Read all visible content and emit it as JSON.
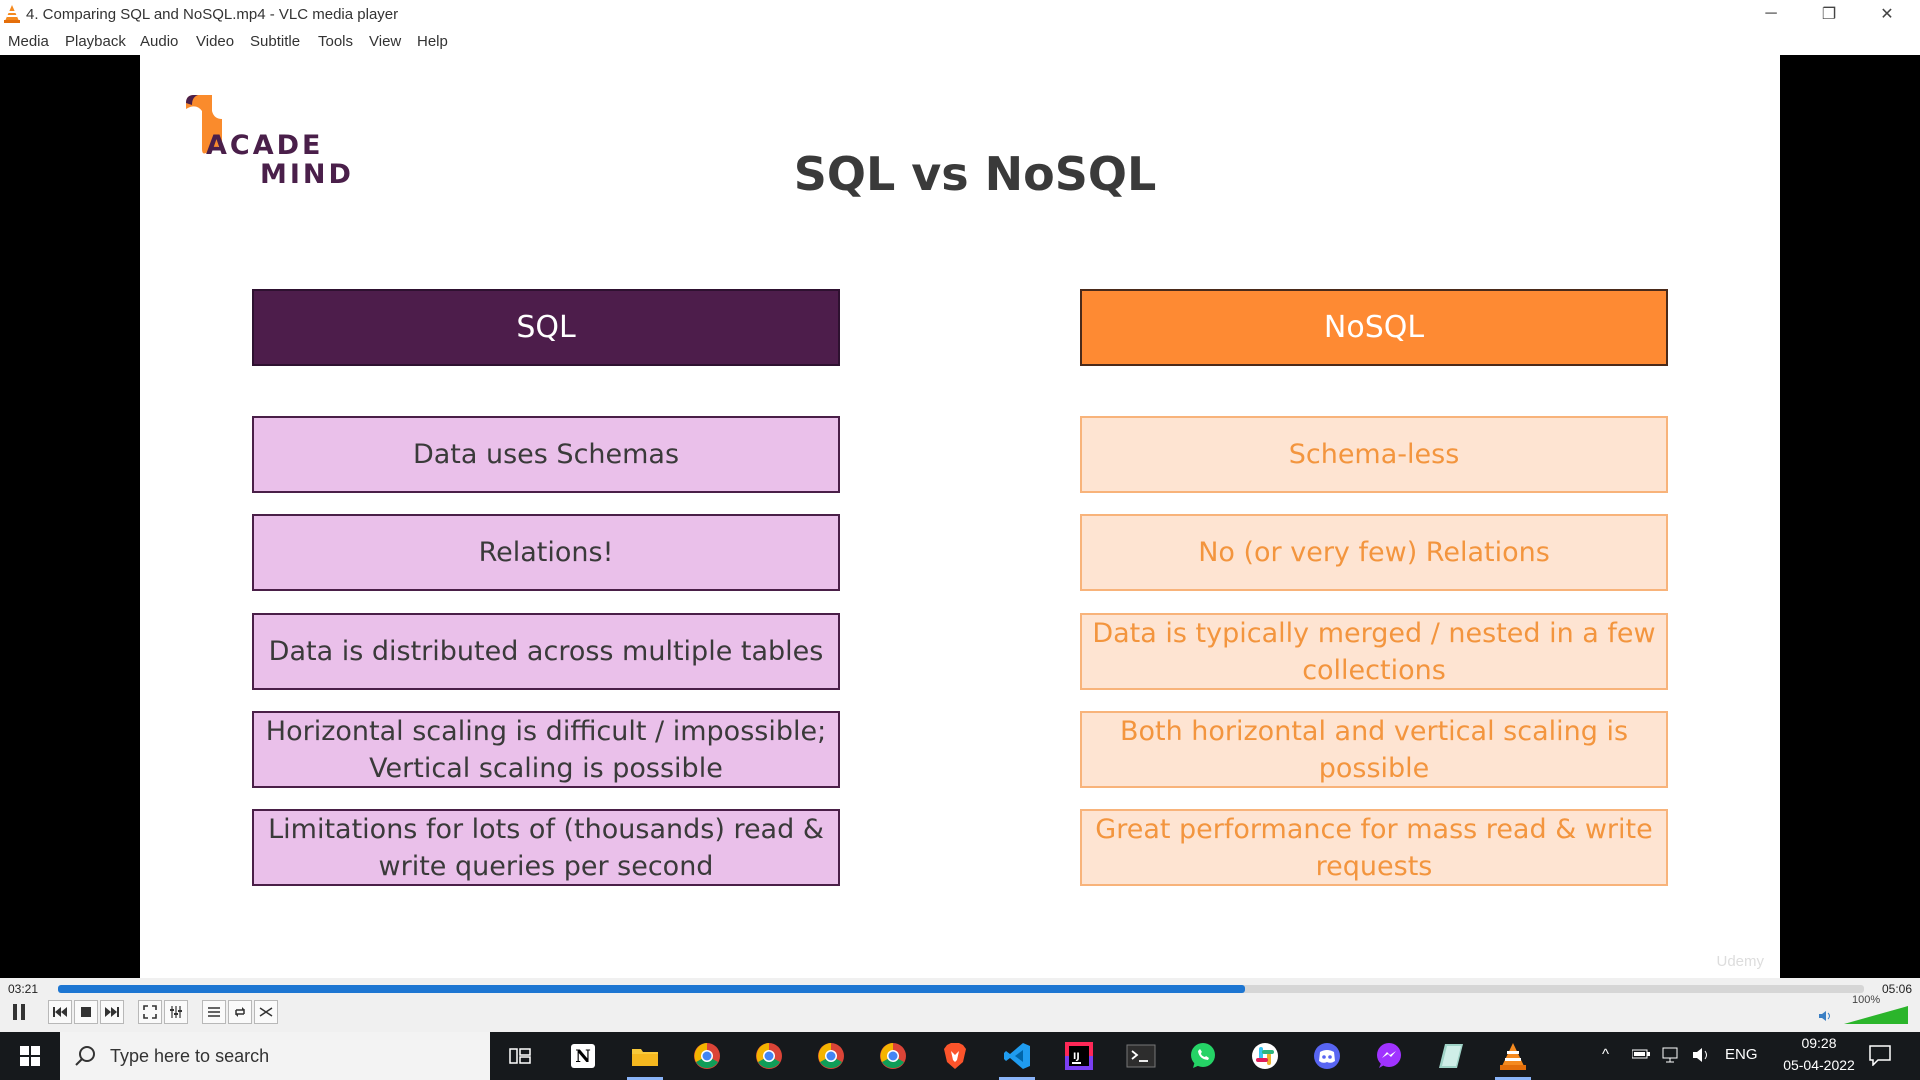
{
  "window": {
    "title": "4. Comparing SQL and NoSQL.mp4 - VLC media player",
    "minimize": "─",
    "restore": "❐",
    "close": "✕"
  },
  "menu": {
    "items": [
      "Media",
      "Playback",
      "Audio",
      "Video",
      "Subtitle",
      "Tools",
      "View",
      "Help"
    ]
  },
  "slide": {
    "logo_line1": "ACADE",
    "logo_line2": "MIND",
    "title": "SQL vs NoSQL",
    "sql_header": "SQL",
    "nosql_header": "NoSQL",
    "sql_rows": [
      "Data uses Schemas",
      "Relations!",
      "Data is distributed across multiple tables",
      "Horizontal scaling is difficult / impossible; Vertical scaling is possible",
      "Limitations for lots of (thousands) read & write queries per second"
    ],
    "nosql_rows": [
      "Schema-less",
      "No (or very few) Relations",
      "Data is typically merged / nested in a few collections",
      "Both horizontal and vertical scaling is possible",
      "Great performance for mass read & write requests"
    ],
    "watermark": "Udemy"
  },
  "player": {
    "elapsed": "03:21",
    "total": "05:06",
    "progress_fraction": 0.657,
    "volume": "100%",
    "volume_fraction": 1.0,
    "accent_color": "#1d76d2"
  },
  "taskbar": {
    "search_placeholder": "Type here to search",
    "tray_lang": "ENG",
    "clock_time": "09:28",
    "clock_date": "05-04-2022"
  },
  "colors": {
    "sql_header": "#4d1d4b",
    "sql_row": "#eac0ea",
    "nosql_header": "#fe8a33",
    "nosql_row": "#fee4d2",
    "nosql_text": "#f3953e"
  }
}
